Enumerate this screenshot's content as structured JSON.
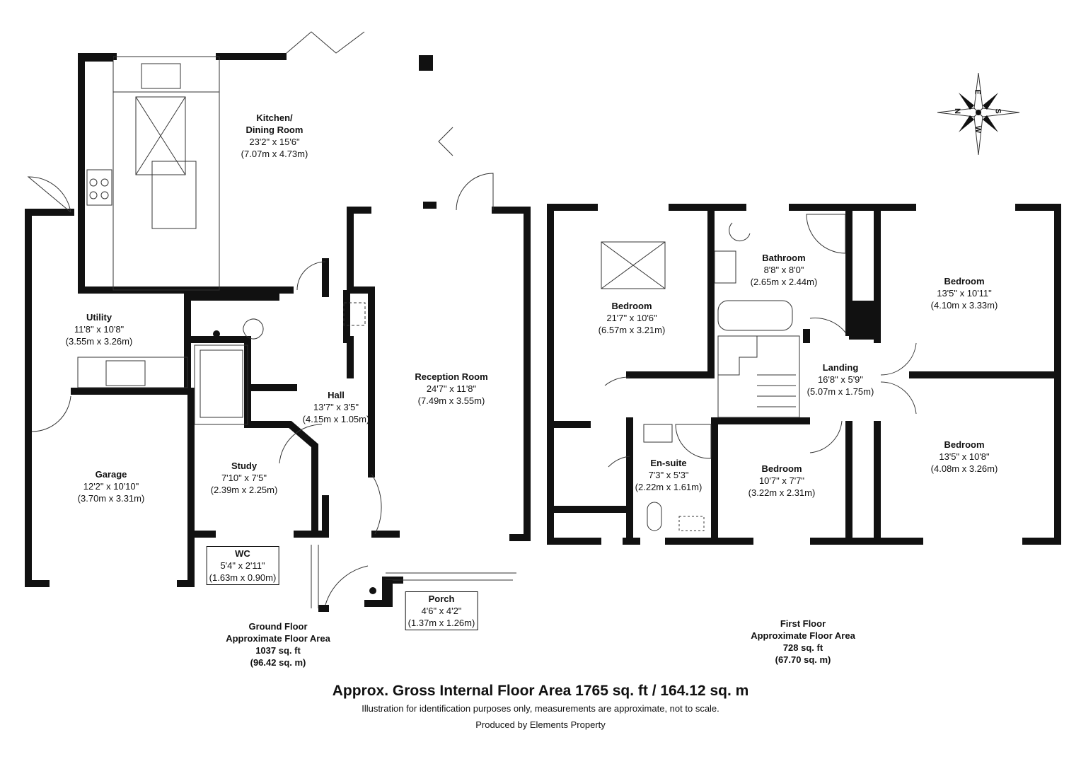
{
  "rooms": {
    "kitchen": {
      "name": "Kitchen/",
      "name2": "Dining Room",
      "imperial": "23'2\" x 15'6\"",
      "metric": "(7.07m x 4.73m)"
    },
    "utility": {
      "name": "Utility",
      "imperial": "11'8\" x 10'8\"",
      "metric": "(3.55m x 3.26m)"
    },
    "reception": {
      "name": "Reception Room",
      "imperial": "24'7\" x 11'8\"",
      "metric": "(7.49m x 3.55m)"
    },
    "hall": {
      "name": "Hall",
      "imperial": "13'7\" x 3'5\"",
      "metric": "(4.15m x 1.05m)"
    },
    "study": {
      "name": "Study",
      "imperial": "7'10\" x 7'5\"",
      "metric": "(2.39m x 2.25m)"
    },
    "garage": {
      "name": "Garage",
      "imperial": "12'2\" x 10'10\"",
      "metric": "(3.70m x 3.31m)"
    },
    "wc": {
      "name": "WC",
      "imperial": "5'4\" x 2'11\"",
      "metric": "(1.63m x 0.90m)"
    },
    "porch": {
      "name": "Porch",
      "imperial": "4'6\" x 4'2\"",
      "metric": "(1.37m x 1.26m)"
    },
    "bedroom1": {
      "name": "Bedroom",
      "imperial": "21'7\" x 10'6\"",
      "metric": "(6.57m x 3.21m)"
    },
    "bathroom": {
      "name": "Bathroom",
      "imperial": "8'8\" x 8'0\"",
      "metric": "(2.65m x 2.44m)"
    },
    "bedroom2": {
      "name": "Bedroom",
      "imperial": "13'5\" x 10'11\"",
      "metric": "(4.10m x 3.33m)"
    },
    "landing": {
      "name": "Landing",
      "imperial": "16'8\" x 5'9\"",
      "metric": "(5.07m x 1.75m)"
    },
    "ensuite": {
      "name": "En-suite",
      "imperial": "7'3\" x 5'3\"",
      "metric": "(2.22m x 1.61m)"
    },
    "bedroom3": {
      "name": "Bedroom",
      "imperial": "10'7\" x 7'7\"",
      "metric": "(3.22m x 2.31m)"
    },
    "bedroom4": {
      "name": "Bedroom",
      "imperial": "13'5\" x 10'8\"",
      "metric": "(4.08m x 3.26m)"
    }
  },
  "floors": {
    "ground": {
      "line1": "Ground Floor",
      "line2": "Approximate Floor Area",
      "line3": "1037 sq. ft",
      "line4": "(96.42 sq. m)"
    },
    "first": {
      "line1": "First Floor",
      "line2": "Approximate Floor Area",
      "line3": "728 sq. ft",
      "line4": "(67.70 sq. m)"
    }
  },
  "compass": {
    "n": "N",
    "e": "E",
    "s": "S",
    "w": "W"
  },
  "footer": {
    "gross": "Approx. Gross Internal Floor Area 1765 sq. ft / 164.12 sq. m",
    "disclaimer": "Illustration for identification purposes only, measurements are approximate, not to scale.",
    "producer": "Produced by Elements Property"
  }
}
